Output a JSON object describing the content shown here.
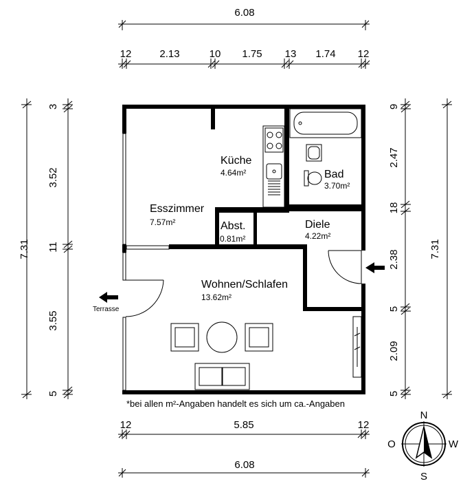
{
  "dims": {
    "top_total": "6.08",
    "top_segments": [
      "12",
      "2.13",
      "10",
      "1.75",
      "13",
      "1.74",
      "12"
    ],
    "bottom_segments": [
      "12",
      "5.85",
      "12"
    ],
    "bottom_total": "6.08",
    "left_total": "7.31",
    "left_segments": [
      "3",
      "3.52",
      "11",
      "3.55",
      "5"
    ],
    "right_total": "7.31",
    "right_segments": [
      "9",
      "2.47",
      "18",
      "2.38",
      "5",
      "2.09",
      "5"
    ]
  },
  "rooms": {
    "kueche": {
      "name": "Küche",
      "area": "4.64m²"
    },
    "esszimmer": {
      "name": "Esszimmer",
      "area": "7.57m²"
    },
    "bad": {
      "name": "Bad",
      "area": "3.70m²"
    },
    "abst": {
      "name": "Abst.",
      "area": "0.81m²"
    },
    "diele": {
      "name": "Diele",
      "area": "4.22m²"
    },
    "wohnen": {
      "name": "Wohnen/Schlafen",
      "area": "13.62m²"
    }
  },
  "terrace_label": "Terrasse",
  "footnote": "*bei allen m²-Angaben handelt es sich um ca.-Angaben",
  "compass": {
    "n": "N",
    "s": "S",
    "o": "O",
    "w": "W"
  }
}
